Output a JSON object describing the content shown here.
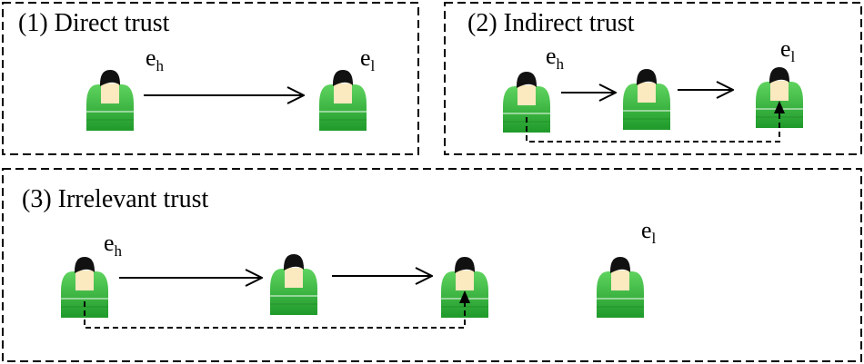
{
  "panels": {
    "direct": {
      "title": "(1) Direct trust",
      "source_label": {
        "main": "e",
        "sub": "h"
      },
      "target_label": {
        "main": "e",
        "sub": "l"
      }
    },
    "indirect": {
      "title": "(2) Indirect trust",
      "source_label": {
        "main": "e",
        "sub": "h"
      },
      "target_label": {
        "main": "e",
        "sub": "l"
      }
    },
    "irrelevant": {
      "title": "(3) Irrelevant trust",
      "source_label": {
        "main": "e",
        "sub": "h"
      },
      "target_label": {
        "main": "e",
        "sub": "l"
      }
    }
  },
  "colors": {
    "person_body_top": "#5fd35f",
    "person_body_bottom": "#1f9a2a",
    "person_face": "#fbe9bf",
    "person_hair": "#111111",
    "line": "#000000"
  },
  "icon": "person-icon"
}
